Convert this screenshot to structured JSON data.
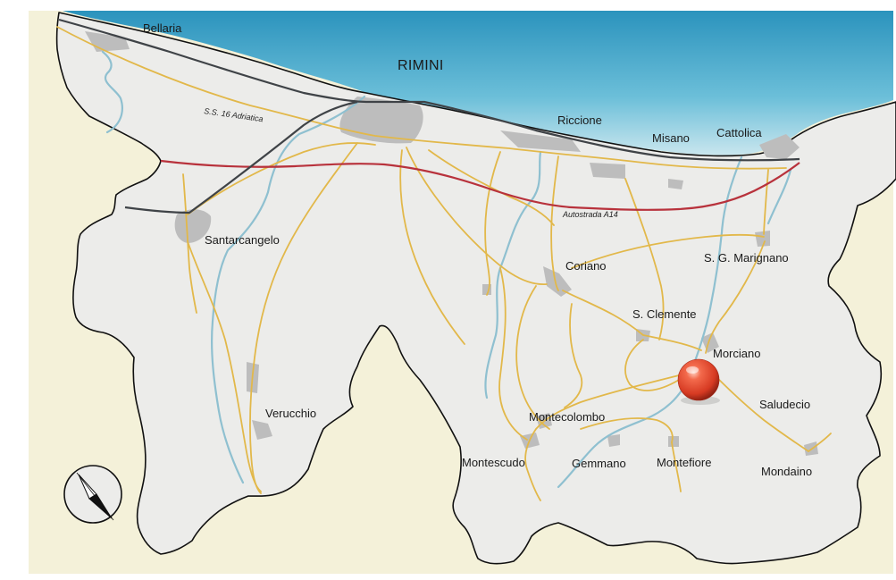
{
  "places": [
    {
      "id": "bellaria",
      "label": "Bellaria"
    },
    {
      "id": "rimini",
      "label": "RIMINI"
    },
    {
      "id": "riccione",
      "label": "Riccione"
    },
    {
      "id": "misano",
      "label": "Misano"
    },
    {
      "id": "cattolica",
      "label": "Cattolica"
    },
    {
      "id": "santarcangelo",
      "label": "Santarcangelo"
    },
    {
      "id": "coriano",
      "label": "Coriano"
    },
    {
      "id": "sgmarignano",
      "label": "S. G. Marignano"
    },
    {
      "id": "sclemente",
      "label": "S. Clemente"
    },
    {
      "id": "morciano",
      "label": "Morciano"
    },
    {
      "id": "saludecio",
      "label": "Saludecio"
    },
    {
      "id": "verucchio",
      "label": "Verucchio"
    },
    {
      "id": "montecolombo",
      "label": "Montecolombo"
    },
    {
      "id": "montescudo",
      "label": "Montescudo"
    },
    {
      "id": "gemmano",
      "label": "Gemmano"
    },
    {
      "id": "montefiore",
      "label": "Montefiore"
    },
    {
      "id": "mondaino",
      "label": "Mondaino"
    }
  ],
  "roads": {
    "ss16": "S.S. 16 Adriatica",
    "a14": "Autostrada A14"
  },
  "colors": {
    "sea": "#3a9ec4",
    "land": "#ececea",
    "outside": "#f4f1d9",
    "road": "#e2b84a",
    "river": "#8fc0d0",
    "railway": "#3f4347",
    "motorway": "#b8323c",
    "marker": "#e0432a"
  },
  "marker": {
    "icon": "location-ball-icon"
  },
  "compass": {
    "icon": "compass-needle-icon"
  }
}
